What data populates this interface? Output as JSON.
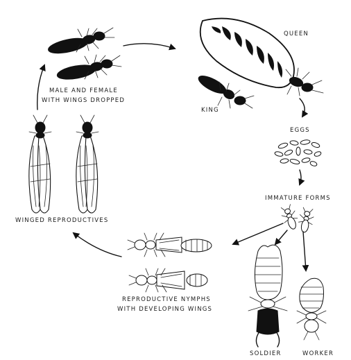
{
  "labels": {
    "male_female": "MALE AND FEMALE",
    "wings_dropped": "WITH WINGS DROPPED",
    "queen": "QUEEN",
    "king": "KING",
    "eggs": "EGGS",
    "immature_forms": "IMMATURE FORMS",
    "winged_reproductives": "WINGED REPRODUCTIVES",
    "reproductive_nymphs": "REPRODUCTIVE NYMPHS",
    "with_developing_wings": "WITH DEVELOPING WINGS",
    "soldier": "SOLDIER",
    "worker": "WORKER"
  },
  "colors": {
    "ink": "#111111",
    "background": "#ffffff",
    "label": "#1a1a1a"
  }
}
